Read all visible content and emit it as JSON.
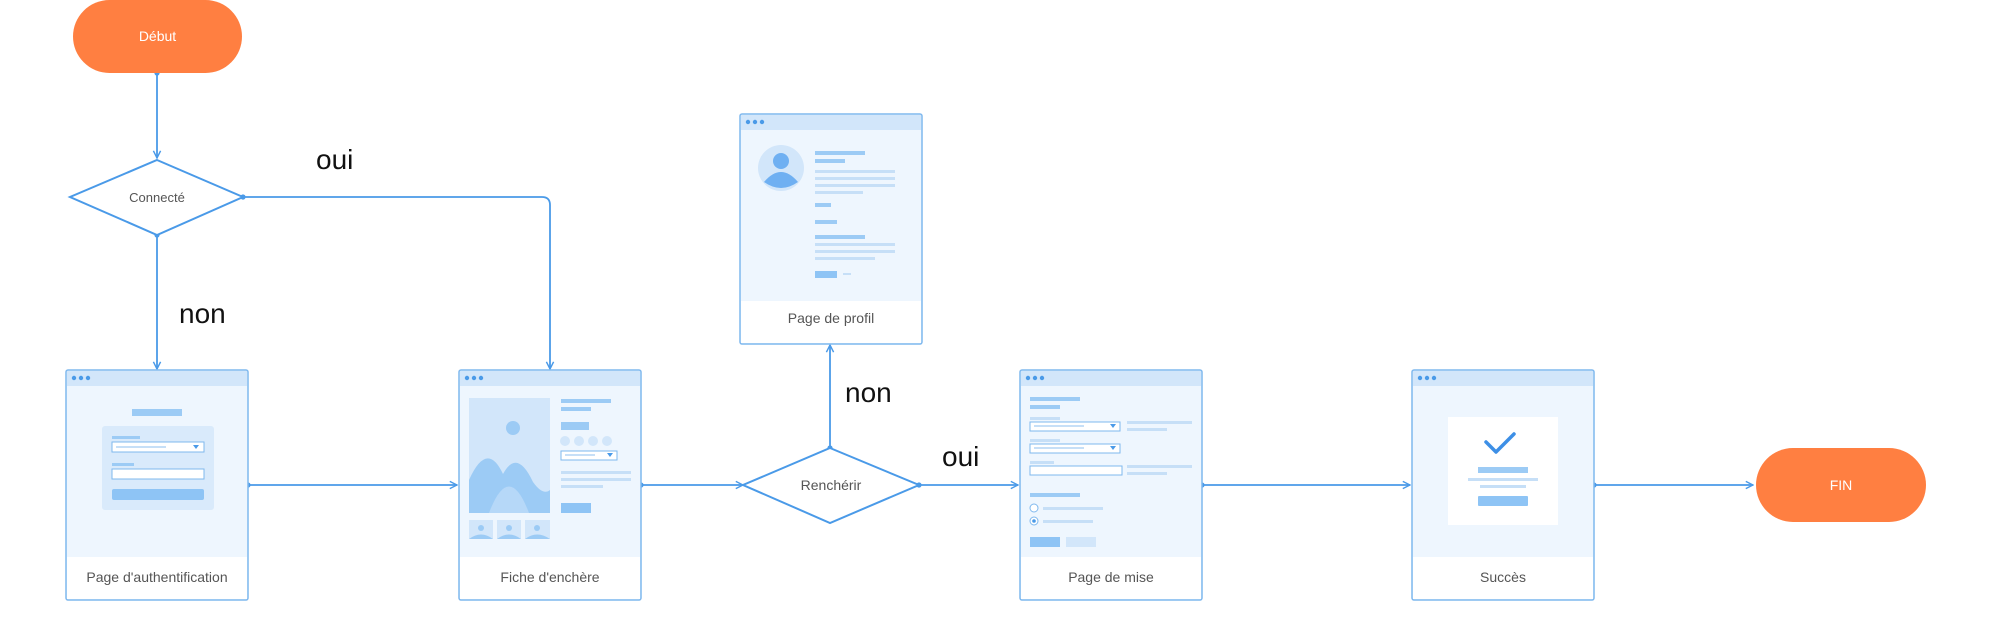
{
  "colors": {
    "accent": "#FF7F41",
    "line": "#4A9AE8",
    "frame_bg": "#EEF6FE",
    "frame_bar": "#D2E6FA",
    "mock": "#9CCBF5",
    "text": "#555555"
  },
  "nodes": {
    "start": "Début",
    "end": "FIN",
    "decision_connected": "Connecté",
    "decision_bid": "Renchérir",
    "page_auth": "Page d'authentification",
    "page_auction": "Fiche d'enchère",
    "page_profile": "Page de profil",
    "page_bet": "Page de mise",
    "page_success": "Succès"
  },
  "edge_labels": {
    "connected_yes": "oui",
    "connected_no": "non",
    "bid_no": "non",
    "bid_yes": "oui"
  }
}
